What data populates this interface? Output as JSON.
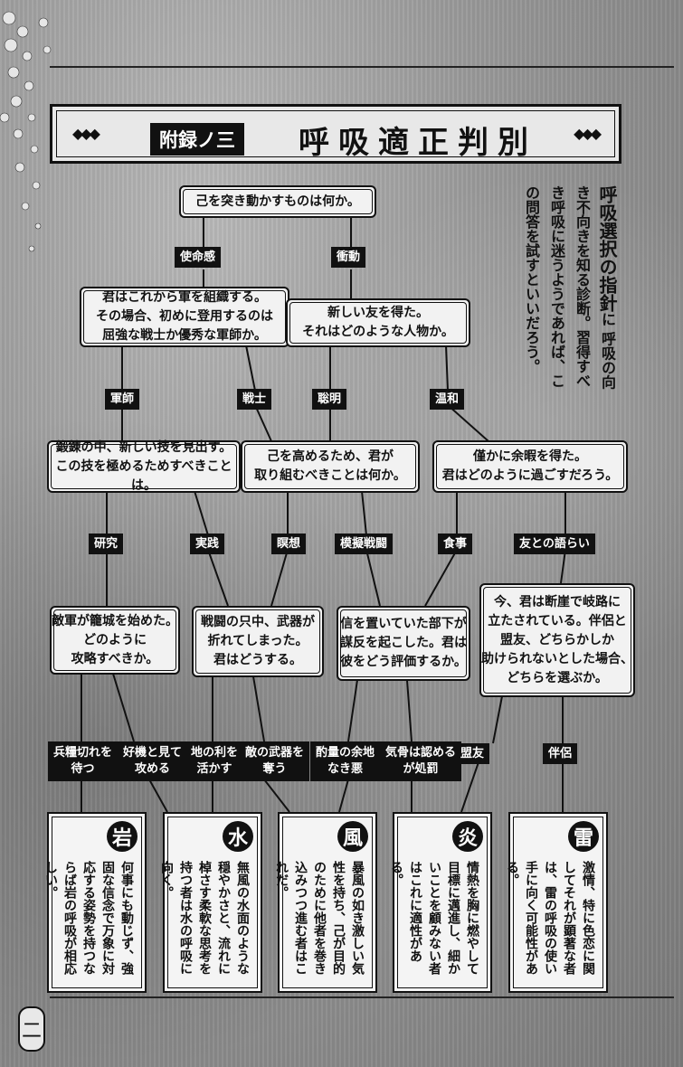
{
  "title": {
    "sub": "附録ノ三",
    "main": "呼吸適正判別"
  },
  "intro": {
    "heading": "呼吸選択の指針",
    "text": "に\n呼吸の向き不向きを知る診断。習得すべき呼吸に迷うようであれば、この問答を試すといいだろう。"
  },
  "questions": {
    "q1": [
      "己を突き動かすものは何か。"
    ],
    "q2a": [
      "君はこれから軍を組織する。",
      "その場合、初めに登用するのは",
      "屈強な戦士か優秀な軍師か。"
    ],
    "q2b": [
      "新しい友を得た。",
      "それはどのような人物か。"
    ],
    "q3a": [
      "鍛錬の中、新しい技を見出す。",
      "この技を極めるためすべきことは。"
    ],
    "q3b": [
      "己を高めるため、君が",
      "取り組むべきことは何か。"
    ],
    "q3c": [
      "僅かに余暇を得た。",
      "君はどのように過ごすだろう。"
    ],
    "q4a": [
      "敵軍が籠城を始めた。",
      "どのように",
      "攻略すべきか。"
    ],
    "q4b": [
      "戦闘の只中、武器が",
      "折れてしまった。",
      "君はどうする。"
    ],
    "q4c": [
      "信を置いていた部下が",
      "謀反を起こした。君は",
      "彼をどう評価するか。"
    ],
    "q4d": [
      "今、君は断崖で岐路に",
      "立たされている。伴侶と",
      "盟友、どちらかしか",
      "助けられないとした場合、",
      "どちらを選ぶか。"
    ]
  },
  "labels": {
    "l_shimei": "使命感",
    "l_shodo": "衝動",
    "l_gunshi": "軍師",
    "l_senshi": "戦士",
    "l_somei": "聡明",
    "l_onwa": "温和",
    "l_kenkyu": "研究",
    "l_jissen": "実践",
    "l_meiso": "瞑想",
    "l_mogi": "模擬戦闘",
    "l_shokuji": "食事",
    "l_tomo": "友との語らい",
    "a1": [
      "兵糧切れを",
      "待つ"
    ],
    "a2": [
      "好機と見て",
      "攻める"
    ],
    "a3": [
      "地の利を",
      "活かす"
    ],
    "a4": [
      "敵の武器を",
      "奪う"
    ],
    "a5": [
      "酌量の余地",
      "なき悪"
    ],
    "a6": [
      "気骨は認める",
      "が処罰"
    ],
    "a7": "盟友",
    "a8": "伴侶"
  },
  "results": [
    {
      "kanji": "岩",
      "text": "何事にも動じず、強固な信念で万象に対応する姿勢を持つならば岩の呼吸が相応しい。"
    },
    {
      "kanji": "水",
      "text": "無風の水面のような穏やかさと、流れに棹さす柔軟な思考を持つ者は水の呼吸に向く。"
    },
    {
      "kanji": "風",
      "text": "暴風の如き激しい気性を持ち、己が目的のために他者を巻き込みつつ進む者はこれだ。"
    },
    {
      "kanji": "炎",
      "text": "情熱を胸に燃やして目標に邁進し、細かいことを顧みない者はこれに適性がある。"
    },
    {
      "kanji": "雷",
      "text": "激情、特に色恋に関してそれが顕著な者は、雷の呼吸の使い手に向く可能性がある。"
    }
  ],
  "page_number": "二"
}
